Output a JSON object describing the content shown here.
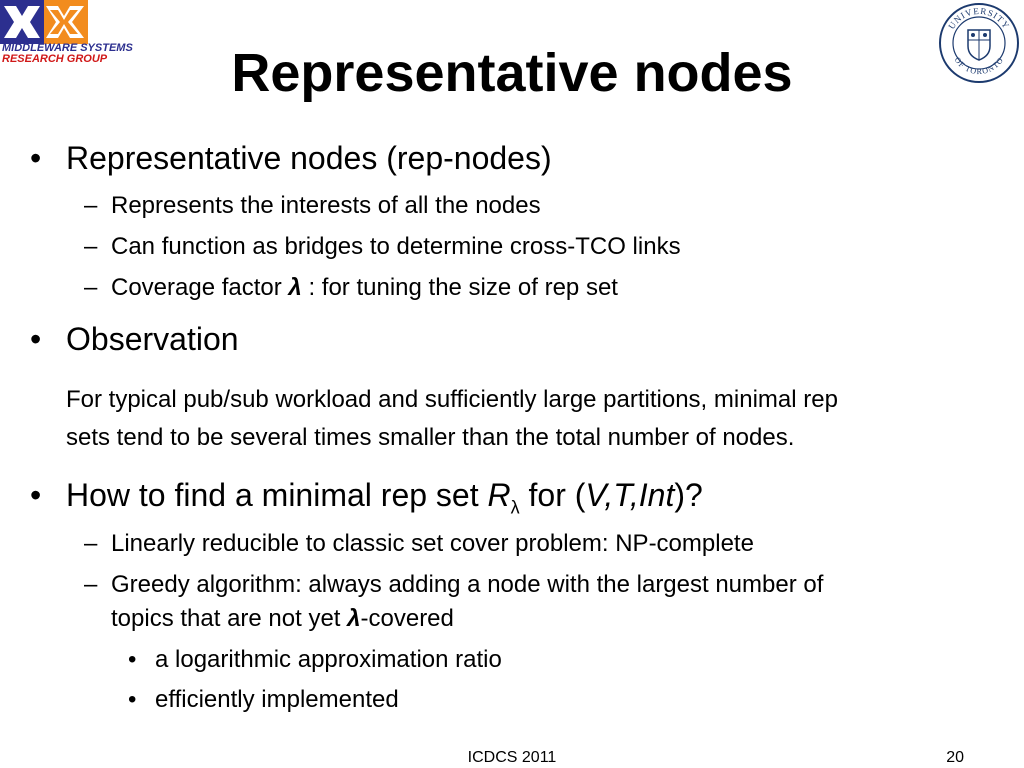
{
  "logo": {
    "line1": "MIDDLEWARE SYSTEMS",
    "line2": "RESEARCH GROUP",
    "colors": {
      "blue": "#2c2f8f",
      "red": "#d01818",
      "orange": "#f28c1e"
    }
  },
  "seal": {
    "top_text": "UNIVERSITY",
    "bottom_text": "OF TORONTO",
    "color": "#1c3a6e"
  },
  "slide": {
    "title": "Representative nodes",
    "bullets": [
      {
        "text": "Representative nodes (rep-nodes)",
        "subs": [
          "Represents the interests of all the nodes",
          "Can function as bridges to determine cross-TCO links",
          {
            "before": "Coverage factor ",
            "lambda": "λ",
            "after": " : for tuning the size of rep set"
          }
        ]
      },
      {
        "text": "Observation",
        "note_line1": "For typical pub/sub workload and sufficiently large partitions, minimal rep",
        "note_line2": "sets tend to be several times smaller than the total number of nodes."
      },
      {
        "before": "How to find a minimal rep set ",
        "R": "R",
        "sub": "λ",
        "mid": " for (",
        "vars": "V,T,Int",
        "after": ")?",
        "subs": [
          "Linearly reducible to classic set cover problem: NP-complete",
          {
            "line1": "Greedy algorithm: always adding a node with the largest number of",
            "line2_before": "topics that are not yet ",
            "lambda": "λ",
            "line2_after": "-covered"
          }
        ],
        "subsubs": [
          "a logarithmic approximation ratio",
          "efficiently implemented"
        ]
      }
    ]
  },
  "footer": {
    "center": "ICDCS 2011",
    "page": "20"
  }
}
